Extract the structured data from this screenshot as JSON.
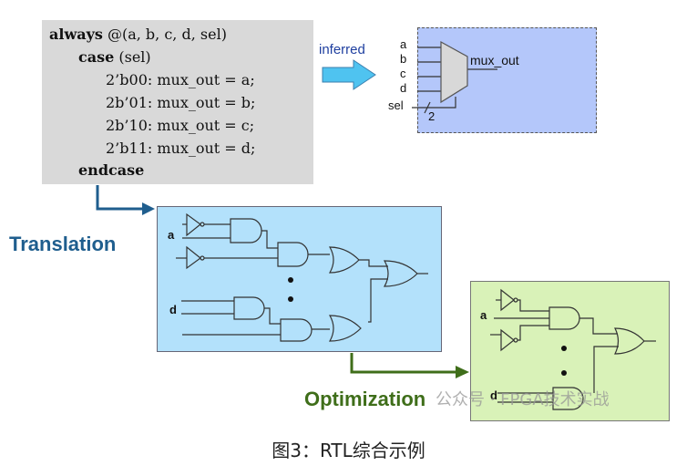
{
  "code": {
    "lines": [
      {
        "kw": "always",
        "rest": " @(a, b, c, d, sel)"
      },
      {
        "kw": "case",
        "rest": " (sel)"
      },
      {
        "kw": "",
        "rest": "2’b00: mux_out = a;"
      },
      {
        "kw": "",
        "rest": "2b’01: mux_out = b;"
      },
      {
        "kw": "",
        "rest": "2b’10: mux_out = c;"
      },
      {
        "kw": "",
        "rest": "2’b11: mux_out = d;"
      },
      {
        "kw": "endcase",
        "rest": ""
      }
    ]
  },
  "arrows": {
    "inferred_label": "inferred"
  },
  "mux": {
    "inputs": [
      "a",
      "b",
      "c",
      "d"
    ],
    "select_label": "sel",
    "select_width": "2",
    "output_label": "mux_out"
  },
  "translation": {
    "label": "Translation",
    "input_labels": [
      "a",
      "d"
    ]
  },
  "optimization": {
    "label": "Optimization",
    "input_labels": [
      "a",
      "d"
    ]
  },
  "watermark": "公众号 · FPGA技术实战",
  "caption": "图3：RTL综合示例",
  "colors": {
    "code_bg": "#d9d9d9",
    "mux_bg": "#b4c7fa",
    "translation_bg": "#b3e1fb",
    "optimization_bg": "#d9f2b8",
    "translation_text": "#1f5e8e",
    "optimization_text": "#3f6e1a",
    "inferred_arrow": "#4fc3f0"
  }
}
